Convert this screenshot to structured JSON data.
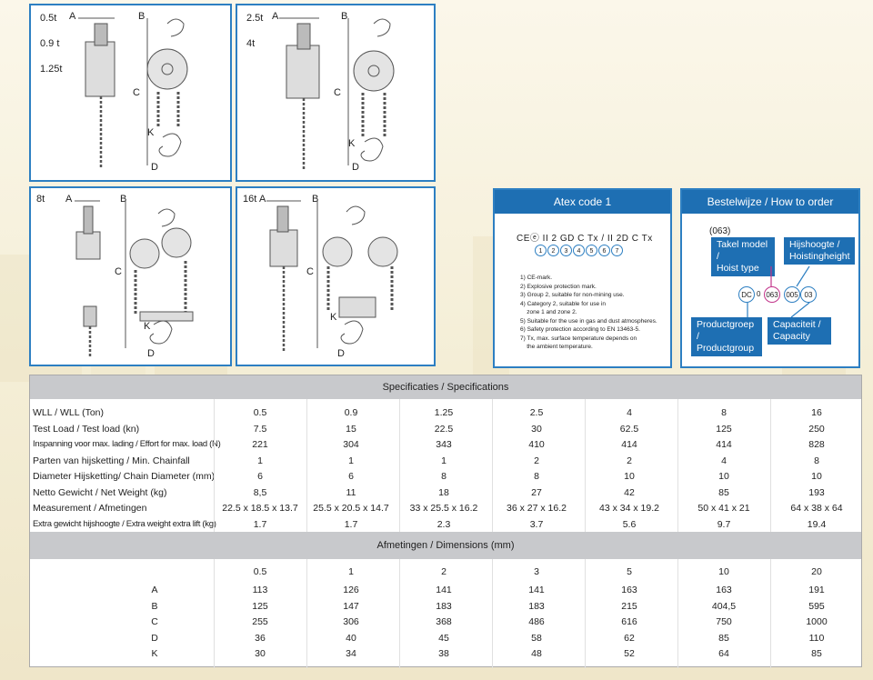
{
  "panels": [
    {
      "caps": [
        "0.5t",
        "0.9 t",
        "1.25t"
      ]
    },
    {
      "caps": [
        "2.5t",
        "4t"
      ]
    },
    {
      "caps": [
        "8t"
      ]
    },
    {
      "caps": [
        "16t"
      ]
    }
  ],
  "dim_letters": {
    "A": "A",
    "B": "B",
    "C": "C",
    "K": "K",
    "D": "D"
  },
  "atex": {
    "title": "Atex code 1",
    "code_text": "CEⓔ II  2 GD C Tx / II 2D C Tx",
    "circles": [
      "1",
      "2",
      "3",
      "4",
      "5",
      "6",
      "7"
    ],
    "notes": [
      "1) CE-mark.",
      "2) Explosive protection mark.",
      "3) Group 2, suitable for non-mining use.",
      "4) Category 2, suitable for use in",
      "    zone 1 and zone 2.",
      "5) Suitable for the use in gas and dust atmospheres.",
      "6) Safety protection according to EN 13463-5.",
      "7) Tx, max. surface temperature depends on",
      "    the ambient temperature."
    ]
  },
  "order": {
    "title": "Bestelwijze / How to order",
    "code": "(063)",
    "box_hoist_type": [
      "Takel model /",
      "Hoist type"
    ],
    "box_lift_height": [
      "Hijshoogte /",
      "Hoistingheight"
    ],
    "box_product_group": [
      "Productgroep /",
      "Productgroup"
    ],
    "box_capacity": [
      "Capaciteit /",
      "Capacity"
    ],
    "circles": {
      "dc": "DC",
      "zero": "0",
      "model": "063",
      "height": "005",
      "cap": "03"
    }
  },
  "specs": {
    "title": "Specificaties / Specifications",
    "rows": [
      {
        "label": "WLL / WLL (Ton)",
        "values": [
          "0.5",
          "0.9",
          "1.25",
          "2.5",
          "4",
          "8",
          "16"
        ]
      },
      {
        "label": "Test Load / Test load (kn)",
        "values": [
          "7.5",
          "15",
          "22.5",
          "30",
          "62.5",
          "125",
          "250"
        ]
      },
      {
        "label": "Inspanning voor max. lading / Effort for max. load (N)",
        "values": [
          "221",
          "304",
          "343",
          "410",
          "414",
          "414",
          "828"
        ],
        "cond": true
      },
      {
        "label": "Parten van hijsketting / Min. Chainfall",
        "values": [
          "1",
          "1",
          "1",
          "2",
          "2",
          "4",
          "8"
        ]
      },
      {
        "label": "Diameter Hijsketting/ Chain Diameter (mm)",
        "values": [
          "6",
          "6",
          "8",
          "8",
          "10",
          "10",
          "10"
        ]
      },
      {
        "label": "Netto Gewicht / Net Weight (kg)",
        "values": [
          "8,5",
          "11",
          "18",
          "27",
          "42",
          "85",
          "193"
        ]
      },
      {
        "label": "Measurement / Afmetingen",
        "values": [
          "22.5 x 18.5 x 13.7",
          "25.5 x 20.5 x 14.7",
          "33 x 25.5 x 16.2",
          "36 x 27 x 16.2",
          "43 x 34 x 19.2",
          "50 x 41 x 21",
          "64 x 38 x 64"
        ]
      },
      {
        "label": "Extra gewicht hijshoogte / Extra weight extra lift (kg)",
        "values": [
          "1.7",
          "1.7",
          "2.3",
          "3.7",
          "5.6",
          "9.7",
          "19.4"
        ],
        "cond": true
      }
    ]
  },
  "dims": {
    "title": "Afmetingen / Dimensions (mm)",
    "headers": [
      "0.5",
      "1",
      "2",
      "3",
      "5",
      "10",
      "20"
    ],
    "rows": [
      {
        "label": "A",
        "values": [
          "113",
          "126",
          "141",
          "141",
          "163",
          "163",
          "191"
        ]
      },
      {
        "label": "B",
        "values": [
          "125",
          "147",
          "183",
          "183",
          "215",
          "404,5",
          "595"
        ]
      },
      {
        "label": "C",
        "values": [
          "255",
          "306",
          "368",
          "486",
          "616",
          "750",
          "1000"
        ]
      },
      {
        "label": "D",
        "values": [
          "36",
          "40",
          "45",
          "58",
          "62",
          "85",
          "110"
        ]
      },
      {
        "label": "K",
        "values": [
          "30",
          "34",
          "38",
          "48",
          "52",
          "64",
          "85"
        ]
      }
    ]
  }
}
